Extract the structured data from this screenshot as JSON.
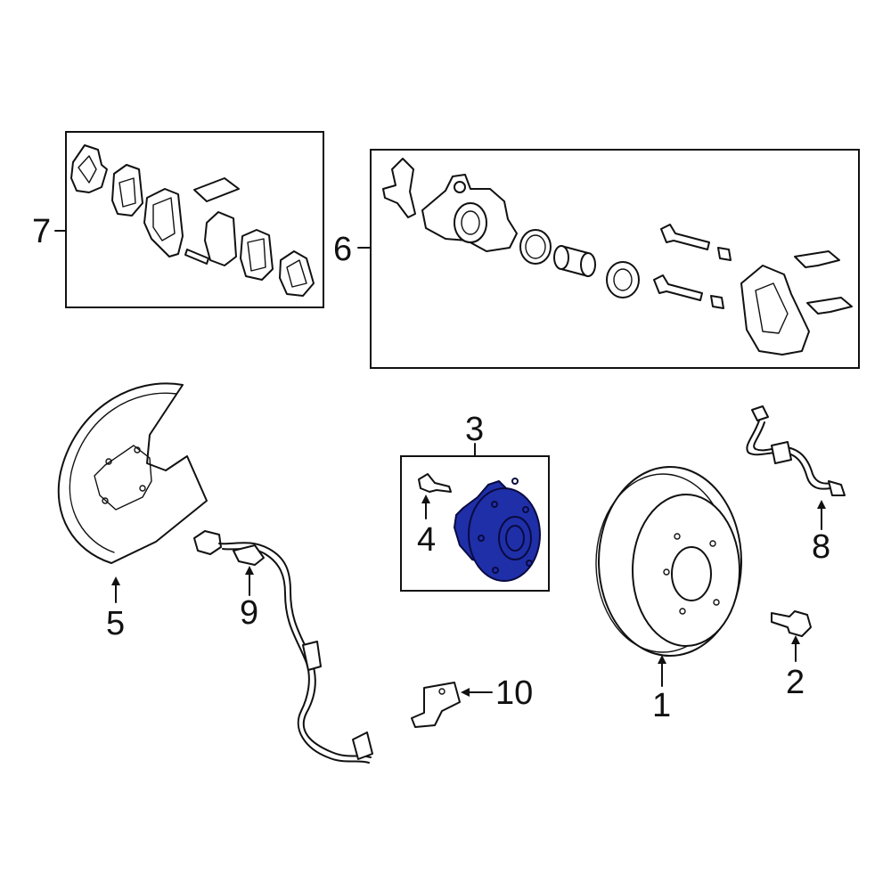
{
  "diagram": {
    "highlight_color": "#1f2fa8",
    "line_color": "#111111",
    "parts": [
      {
        "id": "rotor",
        "callout": "1"
      },
      {
        "id": "rotor-bolt",
        "callout": "2"
      },
      {
        "id": "hub-assembly",
        "callout": "3",
        "highlighted": true
      },
      {
        "id": "hub-bolt",
        "callout": "4"
      },
      {
        "id": "splash-shield",
        "callout": "5"
      },
      {
        "id": "caliper-assembly",
        "callout": "6"
      },
      {
        "id": "brake-pads",
        "callout": "7"
      },
      {
        "id": "brake-hose",
        "callout": "8"
      },
      {
        "id": "abs-sensor",
        "callout": "9"
      },
      {
        "id": "sensor-bracket",
        "callout": "10"
      }
    ]
  }
}
